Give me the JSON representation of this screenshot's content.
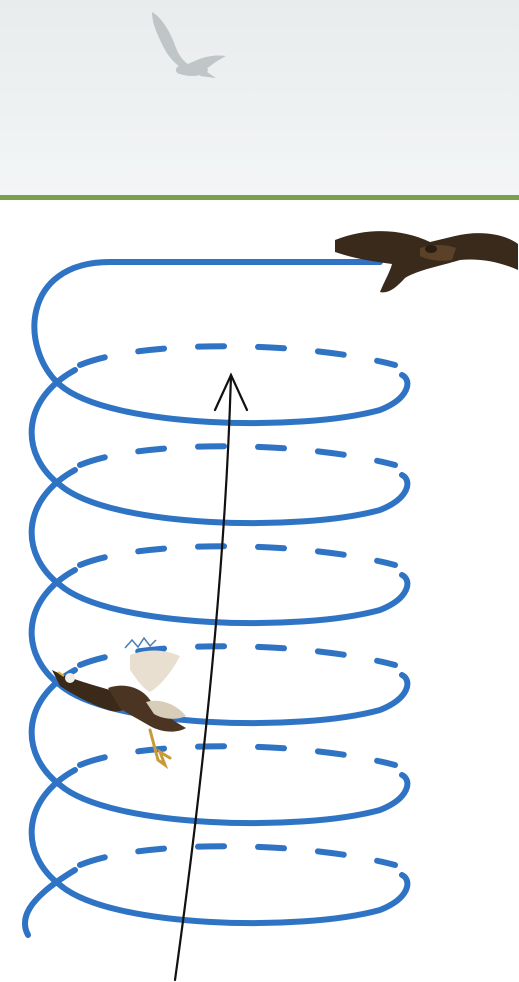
{
  "scene": {
    "top_photo": {
      "subject": "soaring-bird-silhouette"
    },
    "spiral": {
      "loops": 6,
      "stroke_color": "#2f73c4",
      "arrow_color": "#111111",
      "divider_color": "#7aa04a"
    },
    "birds": [
      {
        "name": "eagle-gliding-top-right"
      },
      {
        "name": "eagle-banking-left"
      }
    ]
  }
}
